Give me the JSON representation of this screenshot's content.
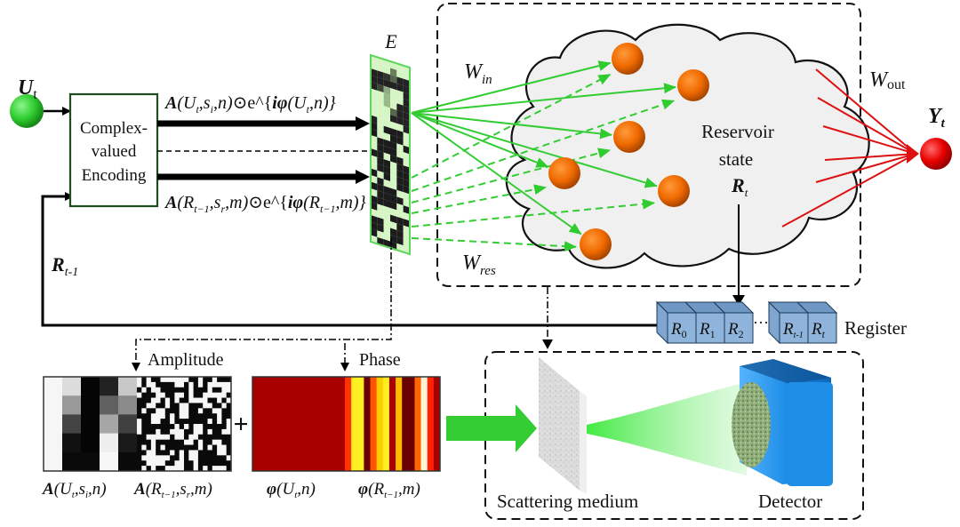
{
  "diagram": {
    "input_node": {
      "label": "U",
      "subscript": "t",
      "color": "#2ecc2e"
    },
    "output_node": {
      "label": "Y",
      "subscript": "t",
      "color": "#e00000"
    },
    "encoder": {
      "lines": [
        "Complex-",
        "valued",
        "Encoding"
      ],
      "border_color": "#1f4d1f"
    },
    "feedback_label": {
      "label": "R",
      "subscript": "t-1"
    },
    "formula_top": {
      "A": "A",
      "args": "(U",
      "sub1": "t",
      "rest": ",s",
      "sub2": "i",
      "tail": ",n)",
      "odot": "⊙e^{",
      "i": "iφ",
      "arg2": "(U",
      "sub3": "t",
      "tail2": ",n)}"
    },
    "formula_bottom": {
      "A": "A",
      "args": "(R",
      "sub1": "t−1",
      "rest": ",s",
      "sub2": "r",
      "tail": ",m)",
      "odot": "⊙e^{",
      "i": "iφ",
      "arg2": "(R",
      "sub3": "t−1",
      "tail2": ",m)}"
    },
    "matrix_label": "E",
    "w_in": {
      "label": "W",
      "subscript": "in"
    },
    "w_res": {
      "label": "W",
      "subscript": "res"
    },
    "w_out": {
      "label": "W",
      "subscript": "out"
    },
    "reservoir": {
      "line1": "Reservoir",
      "line2": "state",
      "state_symbol": "R",
      "state_sub": "t",
      "node_color": "#f07000",
      "cloud_fill": "#f0f0f0"
    },
    "register": {
      "label": "Register",
      "cells": [
        {
          "label": "R",
          "sub": "0"
        },
        {
          "label": "R",
          "sub": "1"
        },
        {
          "label": "R",
          "sub": "2"
        },
        {
          "label": "R",
          "sub": "t-1"
        },
        {
          "label": "R",
          "sub": "t"
        }
      ],
      "ellipsis": "···",
      "color": "#8fb4dc"
    },
    "amplitude": {
      "title": "Amplitude",
      "caption_left": {
        "f": "A",
        "a": "(U",
        "s": "t",
        "b": ",s",
        "s2": "i",
        "c": ",n)"
      },
      "caption_right": {
        "f": "A",
        "a": "(R",
        "s": "t−1",
        "b": ",s",
        "s2": "r",
        "c": ",m)"
      }
    },
    "plus_sign": "+",
    "phase": {
      "title": "Phase",
      "caption_left": {
        "f": "φ",
        "a": "(U",
        "s": "t",
        "c": ",n)"
      },
      "caption_right": {
        "f": "φ",
        "a": "(R",
        "s": "t−1",
        "c": ",m)"
      }
    },
    "optics": {
      "scatter_label": "Scattering medium",
      "detector_label": "Detector",
      "beam_color": "#33dd33",
      "detector_color": "#1e8ee6"
    }
  }
}
